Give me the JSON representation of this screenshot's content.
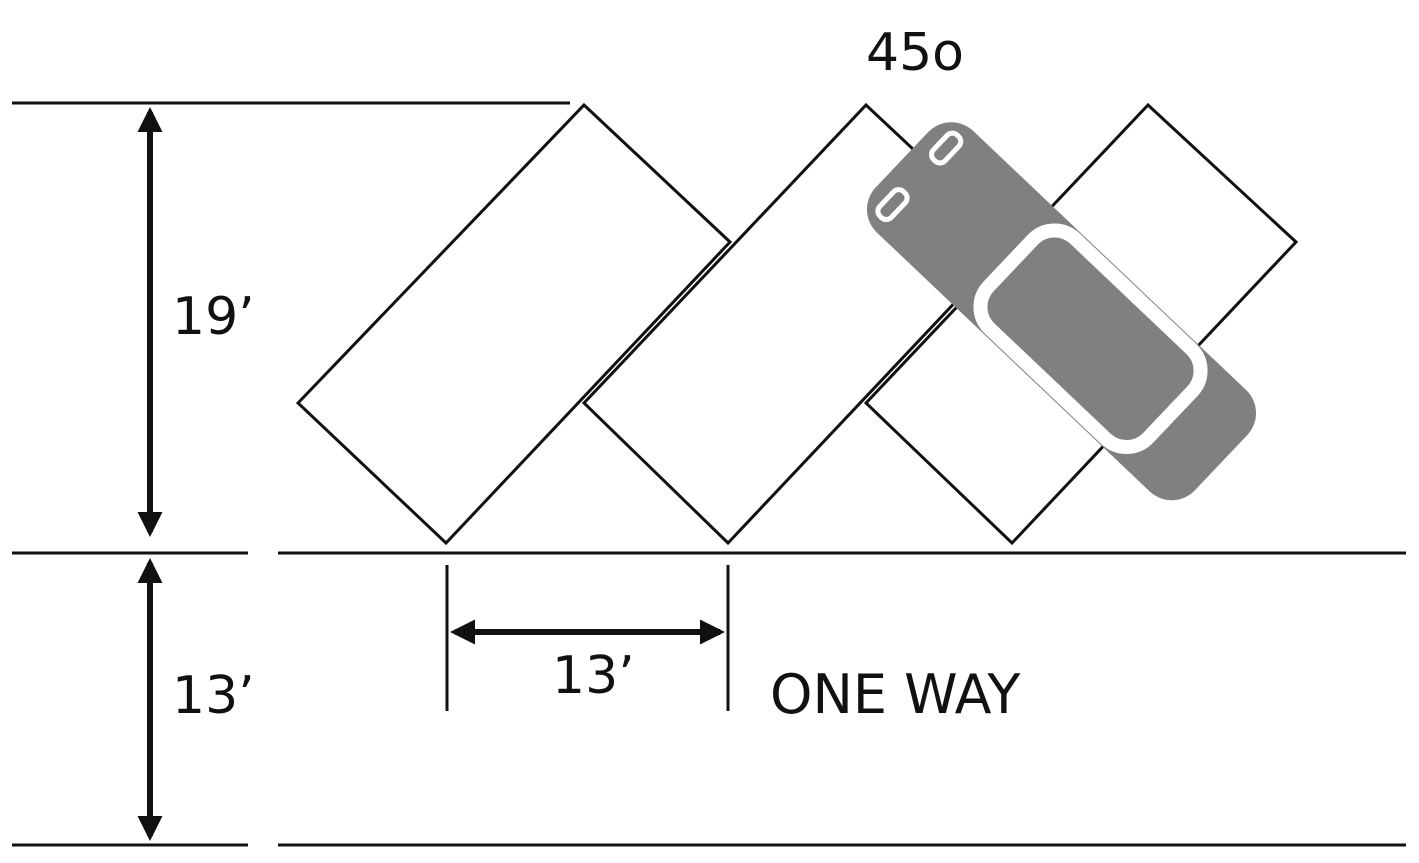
{
  "angle_label": "45o",
  "stall_depth_label": "19’",
  "aisle_width_label": "13’",
  "stall_width_label": "13’",
  "direction_label": "ONE WAY",
  "colors": {
    "line": "#111111",
    "car_body": "#808080",
    "car_detail": "#ffffff",
    "background": "#ffffff"
  }
}
